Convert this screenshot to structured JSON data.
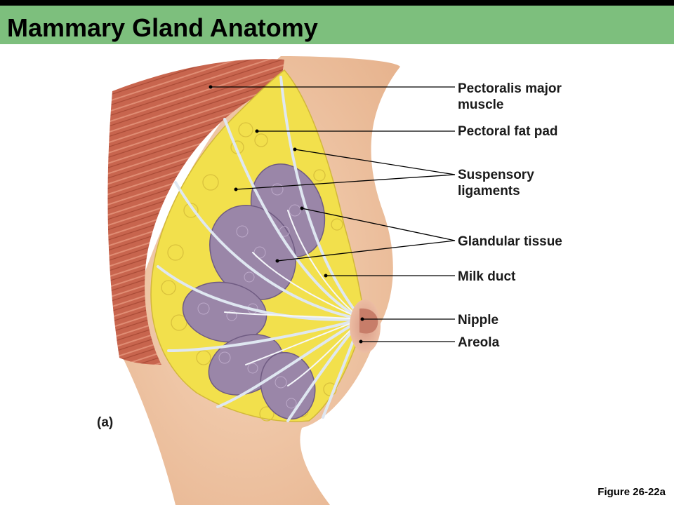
{
  "title": "Mammary Gland Anatomy",
  "labels": [
    {
      "id": "pectoralis",
      "text": "Pectoralis major muscle"
    },
    {
      "id": "fat-pad",
      "text": "Pectoral fat pad"
    },
    {
      "id": "suspensory",
      "text": "Suspensory ligaments"
    },
    {
      "id": "glandular",
      "text": "Glandular tissue"
    },
    {
      "id": "milk-duct",
      "text": "Milk duct"
    },
    {
      "id": "nipple",
      "text": "Nipple"
    },
    {
      "id": "areola",
      "text": "Areola"
    }
  ],
  "panel_label": "(a)",
  "figure_ref": "Figure 26-22a",
  "colors": {
    "title_band": "#7dbf7d",
    "muscle": "#c8654e",
    "skin": "#f1c7a5",
    "fat": "#f2e04c",
    "gland": "#9a86a8",
    "ligament": "#dfe7f1"
  }
}
